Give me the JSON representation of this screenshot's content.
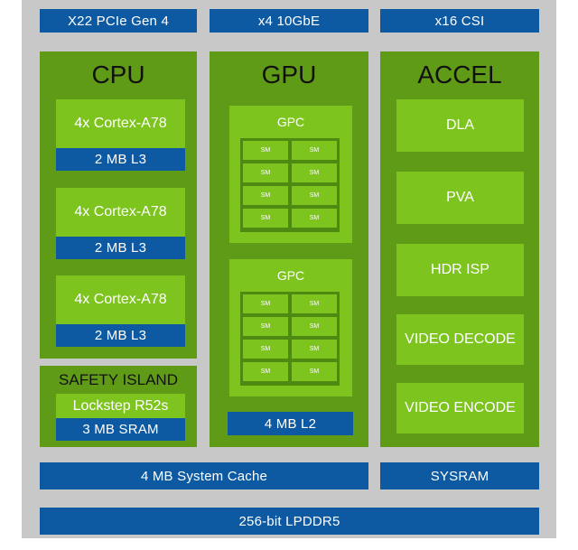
{
  "top_bar": {
    "pcie": "X22 PCIe Gen 4",
    "ethernet": "x4 10GbE",
    "csi": "x16 CSI"
  },
  "cpu": {
    "title": "CPU",
    "clusters": [
      {
        "cores": "4x Cortex-A78",
        "cache": "2 MB L3"
      },
      {
        "cores": "4x Cortex-A78",
        "cache": "2 MB L3"
      },
      {
        "cores": "4x Cortex-A78",
        "cache": "2 MB L3"
      }
    ]
  },
  "safety_island": {
    "title": "SAFETY ISLAND",
    "core": "Lockstep R52s",
    "memory": "3 MB SRAM"
  },
  "gpu": {
    "title": "GPU",
    "gpcs": [
      {
        "label": "GPC",
        "sms": [
          "SM",
          "SM",
          "SM",
          "SM",
          "SM",
          "SM",
          "SM",
          "SM"
        ]
      },
      {
        "label": "GPC",
        "sms": [
          "SM",
          "SM",
          "SM",
          "SM",
          "SM",
          "SM",
          "SM",
          "SM"
        ]
      }
    ],
    "l2": "4 MB L2"
  },
  "accel": {
    "title": "ACCEL",
    "units": [
      "DLA",
      "PVA",
      "HDR ISP",
      "VIDEO DECODE",
      "VIDEO ENCODE"
    ]
  },
  "bottom": {
    "system_cache": "4 MB System Cache",
    "sysram": "SYSRAM",
    "memory": "256-bit LPDDR5"
  },
  "colors": {
    "bus_blue": "#0d5aa3",
    "panel_green": "#5f9b17",
    "block_lime": "#7dc41f",
    "background_gray": "#c8c8c8"
  }
}
